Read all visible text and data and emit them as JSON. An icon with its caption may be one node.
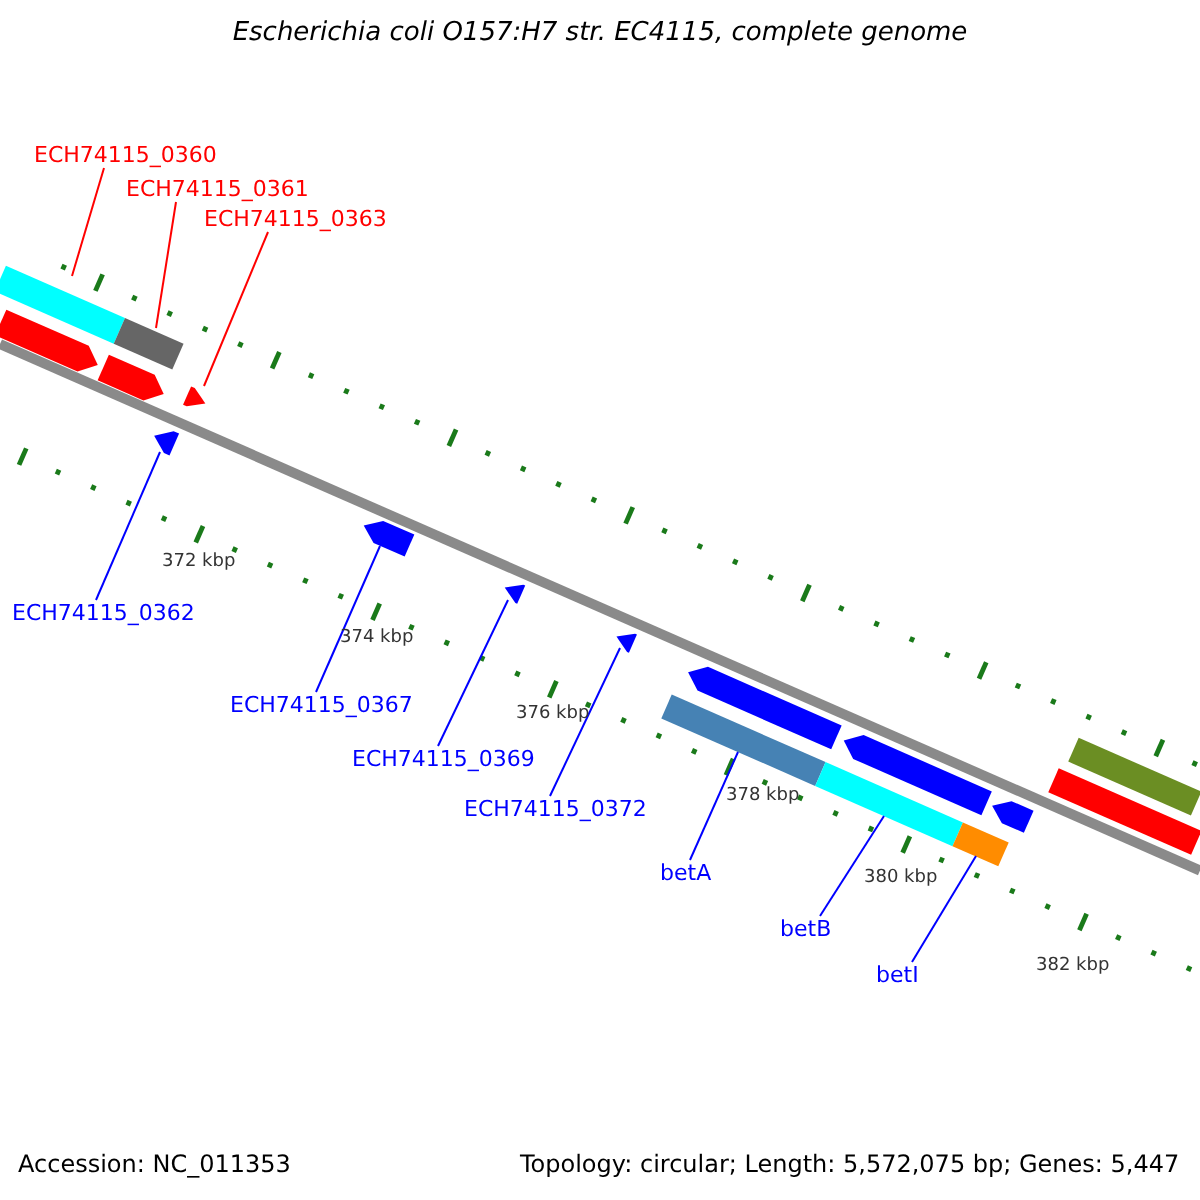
{
  "diagram": {
    "title": "Escherichia coli O157:H7 str. EC4115, complete genome",
    "nodes": [
      {
        "text": [
          "ECH74115_0360"
        ]
      },
      {
        "text": [],
        "shape": "bar"
      },
      {
        "text": [
          "ECH74115_0361"
        ]
      },
      {
        "text": [],
        "shape": "bar"
      },
      {
        "text": [
          "ECH74115_0363"
        ]
      },
      {
        "text": [],
        "shape": "arrow"
      },
      {
        "text": [
          "ECH74115_0362"
        ]
      },
      {
        "text": [],
        "shape": "arrow"
      },
      {
        "text": [
          "ECH74115_0367"
        ]
      },
      {
        "text": [],
        "shape": "arrow"
      },
      {
        "text": [
          "ECH74115_0369"
        ]
      },
      {
        "text": [],
        "shape": "arrow"
      },
      {
        "text": [
          "ECH74115_0372"
        ]
      },
      {
        "text": [],
        "shape": "arrow"
      },
      {
        "text": [
          "betA"
        ]
      },
      {
        "text": [],
        "shape": "bar"
      },
      {
        "text": [
          "betB"
        ]
      },
      {
        "text": [],
        "shape": "bar"
      },
      {
        "text": [
          "betI"
        ]
      },
      {
        "text": [],
        "shape": "bar"
      },
      {
        "text": [],
        "shape": "arrow"
      },
      {
        "text": [],
        "shape": "arrow"
      },
      {
        "text": [],
        "shape": "arrow"
      },
      {
        "text": [],
        "shape": "arrow"
      },
      {
        "text": [],
        "shape": "arrow"
      },
      {
        "text": [],
        "shape": "bar"
      },
      {
        "text": [],
        "shape": "bar"
      }
    ],
    "edges": [
      {
        "from": 0,
        "to": 1,
        "arrow": "none",
        "color": "#ff0000"
      },
      {
        "from": 2,
        "to": 3,
        "arrow": "none",
        "color": "#ff0000"
      },
      {
        "from": 4,
        "to": 5,
        "arrow": "none",
        "color": "#ff0000"
      },
      {
        "from": 6,
        "to": 7,
        "arrow": "none"
      },
      {
        "from": 8,
        "to": 9,
        "arrow": "none"
      },
      {
        "from": 10,
        "to": 11,
        "arrow": "none"
      },
      {
        "from": 12,
        "to": 13,
        "arrow": "none"
      },
      {
        "from": 14,
        "to": 15,
        "arrow": "none"
      },
      {
        "from": 16,
        "to": 17,
        "arrow": "none"
      },
      {
        "from": 18,
        "to": 19,
        "arrow": "none"
      }
    ],
    "labels": [
      "372 kbp",
      "374 kbp",
      "376 kbp",
      "378 kbp",
      "380 kbp",
      "382 kbp",
      "Accession: NC_011353",
      "Topology: circular; Length: 5,572,075 bp; Genes: 5,447"
    ]
  }
}
